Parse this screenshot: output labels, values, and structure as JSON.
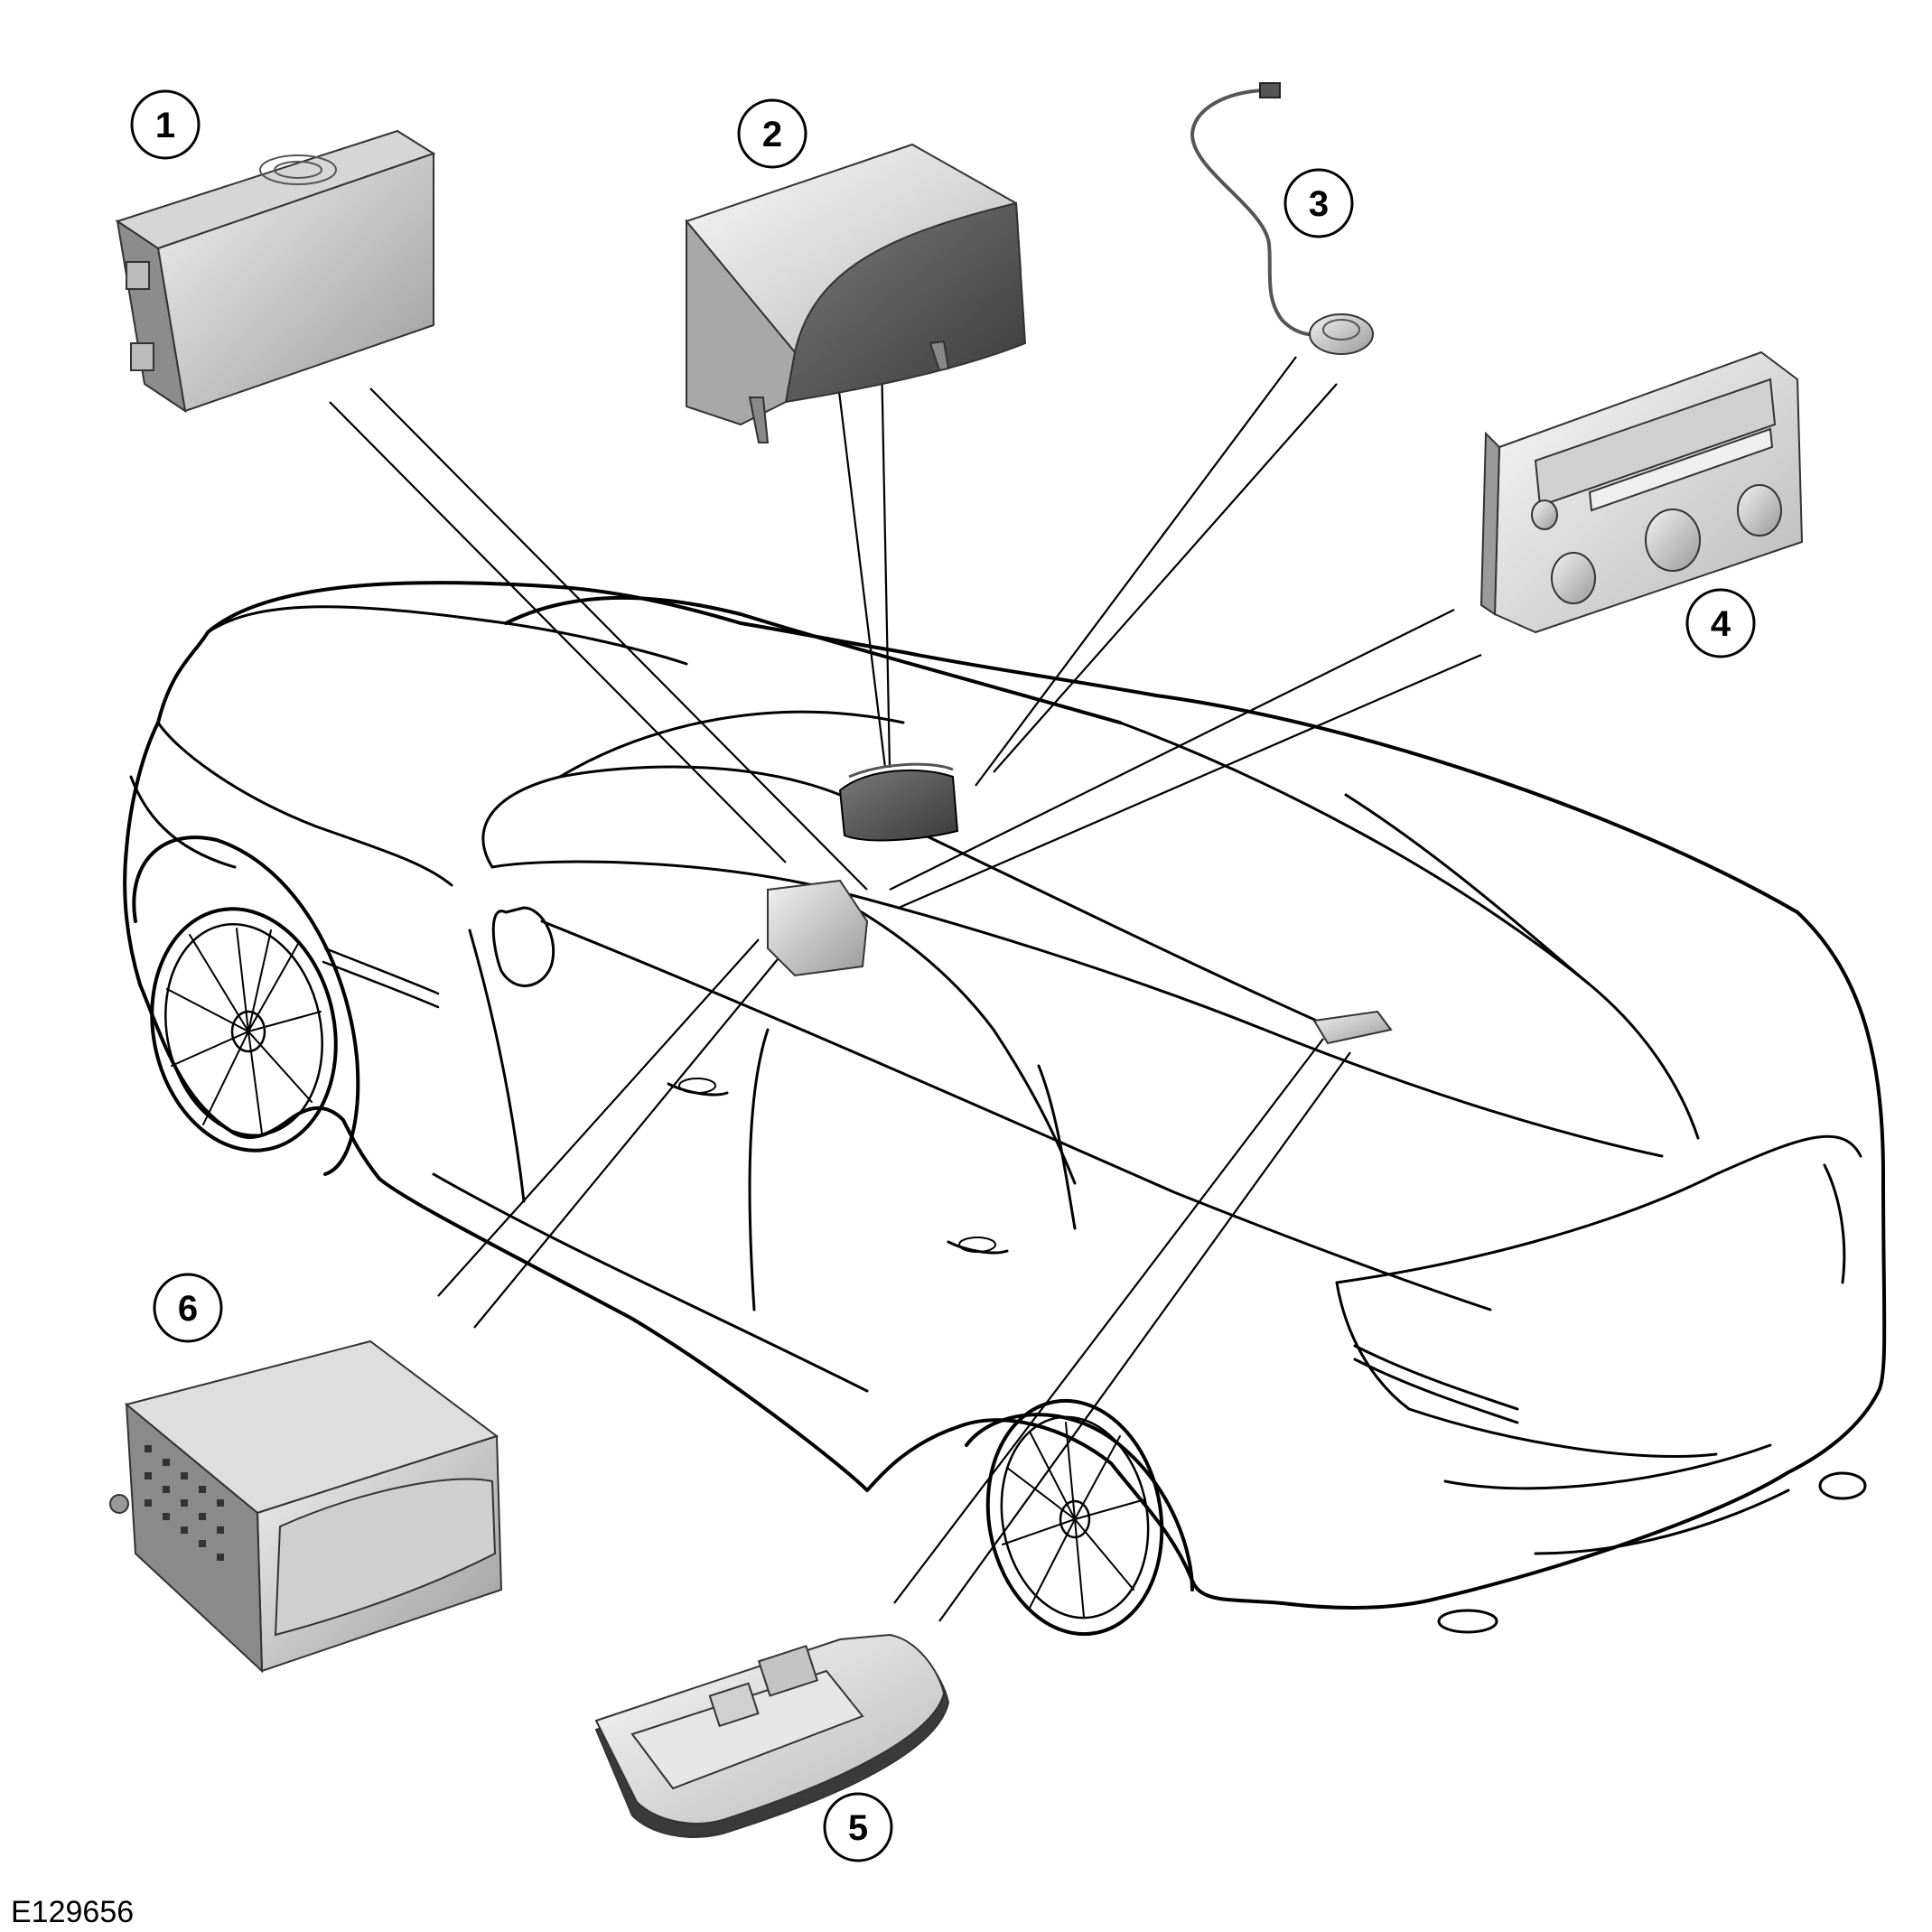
{
  "figure_id": "E129656",
  "callouts": [
    {
      "label": "1"
    },
    {
      "label": "2"
    },
    {
      "label": "3"
    },
    {
      "label": "4"
    },
    {
      "label": "5"
    },
    {
      "label": "6"
    }
  ],
  "colors": {
    "line": "#000000",
    "component_fill": "#c8c8c8",
    "component_dark": "#5a5a5a",
    "background": "#ffffff"
  }
}
